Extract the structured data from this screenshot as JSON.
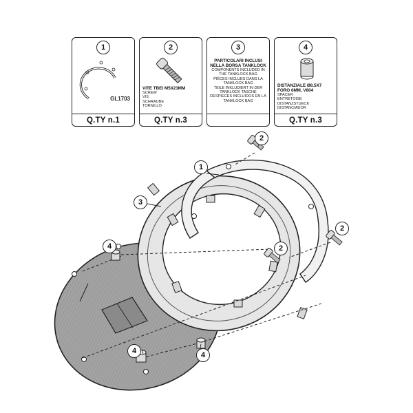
{
  "cards": [
    {
      "number": "1",
      "part_code": "GL1703",
      "quantity": "Q.TY n.1"
    },
    {
      "number": "2",
      "title": "VITE TBEI M5x23mm",
      "lines": [
        "SCREW",
        "VIS",
        "SCHRAUBE",
        "TORNILLO"
      ],
      "quantity": "Q.TY n.3"
    },
    {
      "number": "3",
      "title_lines": [
        "PARTICOLARI INCLUSI",
        "NELLA BORSA TANKLOCK"
      ],
      "lines": [
        "COMPONENTS INCLUDED IN",
        "THE TANKLOCK BAG",
        "PIÈCES INCLUES DANS LA",
        "TANKLOCK BAG",
        "TEILE INKLUDIERT IN DER",
        "TANKLOCK TASCHE",
        "DESPIECES INCLUIDOS EN LA",
        "TANKLOCK BAG"
      ]
    },
    {
      "number": "4",
      "title_lines": [
        "DISTANZIALE Ø8.5x7",
        "Foro 6mm, V804"
      ],
      "lines": [
        "SPACER",
        "ENTRETOISE",
        "DISTANZSTUECK",
        "DISTANCIADOR"
      ],
      "quantity": "Q.TY n.3"
    }
  ],
  "callouts": {
    "c1": "1",
    "c2a": "2",
    "c2b": "2",
    "c2c": "2",
    "c3": "3",
    "c4a": "4",
    "c4b": "4",
    "c4c": "4"
  },
  "colors": {
    "line": "#222222",
    "plate": "#9a9a9a",
    "ring_fill": "#e6e6e6"
  }
}
